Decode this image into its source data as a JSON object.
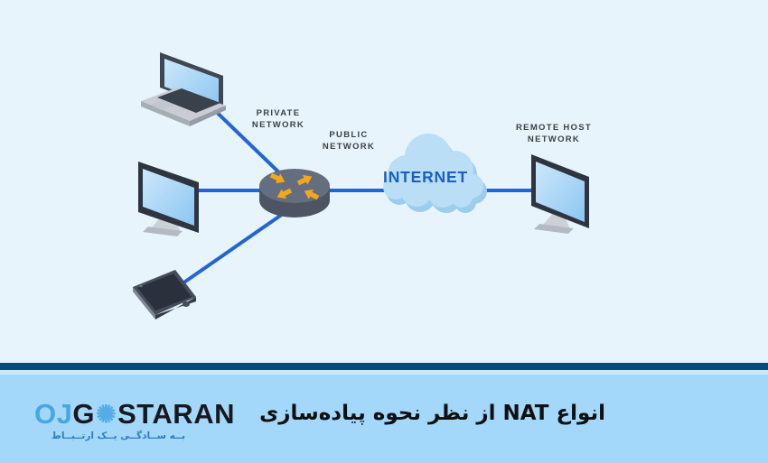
{
  "diagram": {
    "labels": {
      "private_network": {
        "line1": "PRIVATE",
        "line2": "NETWORK"
      },
      "public_network": {
        "line1": "PUBLIC",
        "line2": "NETWORK"
      },
      "remote_host_network": {
        "line1": "REMOTE HOST",
        "line2": "NETWORK"
      },
      "internet": "INTERNET"
    },
    "devices": [
      "laptop",
      "desktop-monitor",
      "smartphone",
      "router",
      "internet-cloud",
      "remote-monitor"
    ]
  },
  "footer": {
    "logo": {
      "prefix": "OJ",
      "mid": "G",
      "gear_glyph": "✺",
      "suffix": "STARAN",
      "tagline": "بــه ســادگــی یــک ارتــبــاط"
    },
    "title": "انواع NAT از نظر نحوه پیاده‌سازی"
  },
  "colors": {
    "background": "#e8f4fc",
    "connection_line": "#2365d7",
    "internet_text": "#1a60c4",
    "device_label": "#3b4046",
    "router_body": "#4d5564",
    "router_arrow": "#f3a81c",
    "cloud": "#b9def6",
    "screen_blue": "#9fd0f4",
    "divider": "#09497c",
    "footer_band": "#a4d8fb",
    "logo_accent": "#45a7e3",
    "logo_dark": "#17191e",
    "tagline_text": "#2c7dc4",
    "title_text": "#101010"
  }
}
